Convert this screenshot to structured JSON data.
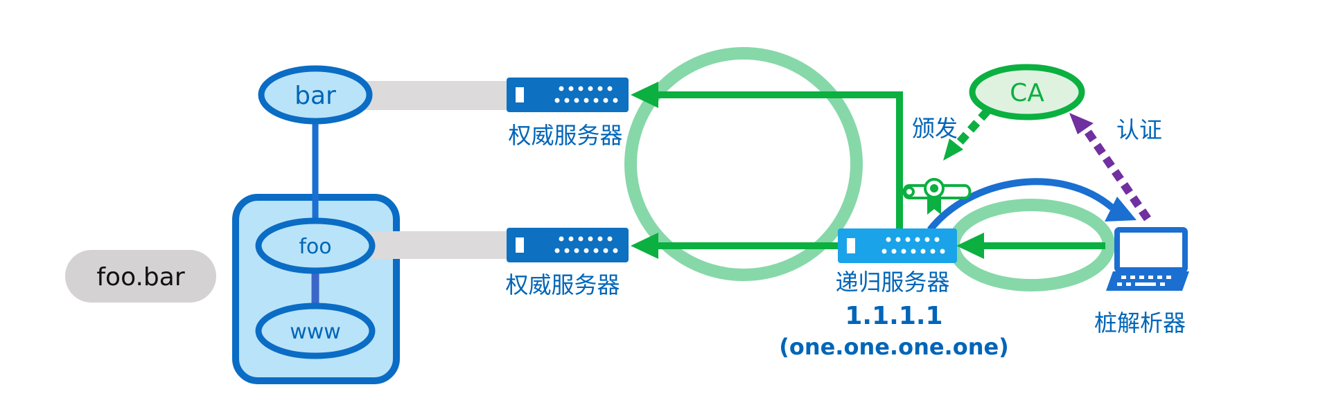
{
  "domain_tree": {
    "pill_label": "foo.bar",
    "nodes": {
      "bar": "bar",
      "foo": "foo",
      "www": "www"
    }
  },
  "servers": {
    "auth_top_label": "权威服务器",
    "auth_bottom_label": "权威服务器",
    "recursive_label": "递归服务器",
    "recursive_ip": "1.1.1.1",
    "recursive_domain": "(one.one.one.one)",
    "stub_label": "桩解析器"
  },
  "ca": {
    "label": "CA",
    "issue_label": "颁发",
    "auth_label": "认证"
  },
  "colors": {
    "blue": "#0a6cc4",
    "dark_blue": "#0065b8",
    "light_blue_fill": "#b9e3f8",
    "server_blue": "#0d70c0",
    "recursive_blue": "#1aa3e8",
    "green": "#0bb040",
    "light_green": "#86d8a8",
    "ca_fill": "#dff2e0",
    "purple": "#7030a0",
    "grey_pill": "#d4d2d2",
    "grey_bar": "#dcdada"
  }
}
